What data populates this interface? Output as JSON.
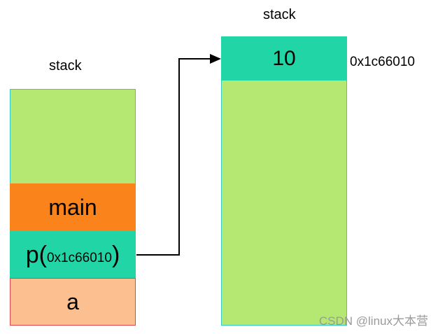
{
  "left_stack": {
    "title": "stack",
    "cells": {
      "main": "main",
      "p_prefix": "p(",
      "p_addr": "0x1c66010",
      "p_suffix": ")",
      "a": "a"
    }
  },
  "right_stack": {
    "title": "stack",
    "top_value": "10",
    "top_addr": "0x1c66010"
  },
  "watermark": "CSDN @linux大本营",
  "colors": {
    "green_empty": "#b5e873",
    "orange_main": "#fb831c",
    "teal_value": "#22d5a6",
    "peach_a": "#fcbf8f",
    "border_teal": "#36c9c9",
    "border_red": "#e0484e"
  },
  "icons": {
    "pointer_arrow": "arrow-right-icon"
  }
}
